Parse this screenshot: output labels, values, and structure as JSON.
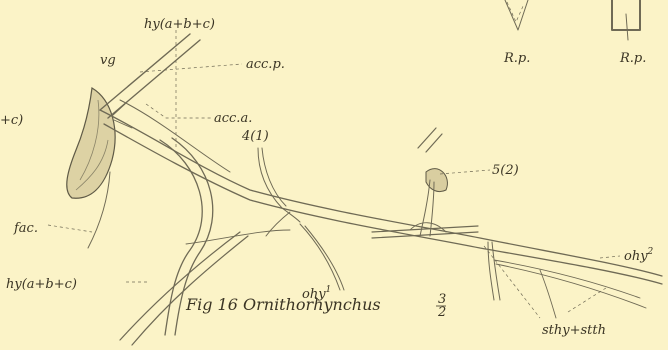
{
  "figure": {
    "caption": "Fig 16 Ornithorhynchus",
    "scale_num": "3",
    "scale_den": "2"
  },
  "labels": {
    "hy_top": "hy(a+b+c)",
    "vg": "vg",
    "acc_p": "acc.p.",
    "acc_a": "acc.a.",
    "n4": "4(1)",
    "n5": "5(2)",
    "rp1": "R.p.",
    "rp2": "R.p.",
    "left_frag": "+c)",
    "fac": "fac.",
    "hy_bottom": "hy(a+b+c)",
    "ohy1": "ohy",
    "ohy1_sup": "1",
    "ohy2": "ohy",
    "ohy2_sup": "2",
    "sthy": "sthy+stth"
  },
  "colors": {
    "paper": "#fbf3c7",
    "ink": "#3a3424",
    "nerve": "#6f6a55"
  }
}
